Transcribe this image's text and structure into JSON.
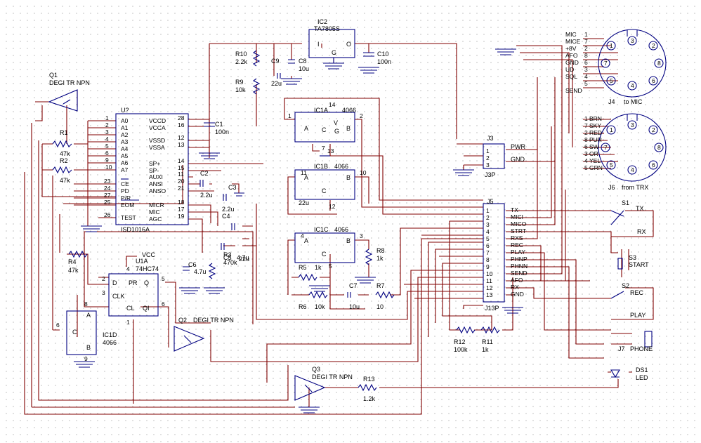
{
  "ic2": {
    "ref": "IC2",
    "part": "TA7805S",
    "pin_i": "I",
    "pin_o": "O",
    "pin_g": "G"
  },
  "u_isd": {
    "ref": "U?",
    "part": "ISD1016A",
    "left_pins": [
      [
        "1",
        "A0"
      ],
      [
        "2",
        "A1"
      ],
      [
        "3",
        "A2"
      ],
      [
        "4",
        "A3"
      ],
      [
        "5",
        "A4"
      ],
      [
        "6",
        "A5"
      ],
      [
        "9",
        "A6"
      ],
      [
        "10",
        "A7"
      ]
    ],
    "left_pins2": [
      [
        "23",
        "CE"
      ],
      [
        "24",
        "PD"
      ],
      [
        "27",
        "P/R"
      ],
      [
        "25",
        "EOM"
      ],
      [
        "26",
        "TEST"
      ]
    ],
    "right_pins": [
      [
        "28",
        "VCCD"
      ],
      [
        "16",
        "VCCA"
      ],
      [
        "12",
        "VSSD"
      ],
      [
        "13",
        "VSSA"
      ],
      [
        "14",
        "SP+"
      ],
      [
        "15",
        "SP-"
      ],
      [
        "11",
        "AUXI"
      ],
      [
        "20",
        "ANSI"
      ],
      [
        "21",
        "ANSO"
      ],
      [
        "18",
        "MICR"
      ],
      [
        "17",
        "MIC"
      ],
      [
        "19",
        "AGC"
      ]
    ]
  },
  "ic1a": {
    "ref": "IC1A",
    "part": "4066",
    "pin_a": "1",
    "pin_b": "2",
    "pin_v": "14",
    "pin_g": "7",
    "pin_c": "13"
  },
  "ic1b": {
    "ref": "IC1B",
    "part": "4066",
    "pin_a": "11",
    "pin_b": "10",
    "pin_c": "12"
  },
  "ic1c": {
    "ref": "IC1C",
    "part": "4066",
    "pin_a": "4",
    "pin_b": "3",
    "pin_c": "5"
  },
  "ic1d": {
    "ref": "IC1D",
    "part": "4066",
    "pin_c": "6",
    "pin_a": "8",
    "pin_b": "9"
  },
  "u1a": {
    "ref": "U1A",
    "part": "74HC74",
    "vcc": "VCC",
    "pins": [
      [
        "2",
        "D"
      ],
      [
        "3",
        "CLK"
      ],
      [
        "4",
        "PR"
      ],
      [
        "5",
        "Q"
      ],
      [
        "6",
        "QI"
      ],
      [
        "1",
        "CL"
      ]
    ]
  },
  "q1": {
    "ref": "Q1",
    "part": "DEGI TR NPN"
  },
  "q2": {
    "ref": "Q2",
    "part": "DEGI TR NPN"
  },
  "q3": {
    "ref": "Q3",
    "part": "DEGI TR NPN"
  },
  "resistors": {
    "r1": [
      "R1",
      "47k"
    ],
    "r2": [
      "R2",
      "47k"
    ],
    "r3": [
      "R3",
      "470k"
    ],
    "r4": [
      "R4",
      "47k"
    ],
    "r5": [
      "R5",
      "1k"
    ],
    "r6": [
      "R6",
      "10k"
    ],
    "r7": [
      "R7",
      "10"
    ],
    "r8": [
      "R8",
      "1k"
    ],
    "r9": [
      "R9",
      "10k"
    ],
    "r10": [
      "R10",
      "2.2k"
    ],
    "r11": [
      "R11",
      "1k"
    ],
    "r12": [
      "R12",
      "100k"
    ],
    "r13": [
      "R13",
      "1.2k"
    ]
  },
  "capacitors": {
    "c1": [
      "C1",
      "100n"
    ],
    "c2": [
      "C2",
      "2.2u"
    ],
    "c3": [
      "C3",
      "2.2u"
    ],
    "c4": [
      "C4",
      "22u"
    ],
    "c5": [
      "C5",
      "4.7u"
    ],
    "c6": [
      "C6",
      ""
    ],
    "c7": [
      "C7",
      "10u"
    ],
    "c8": [
      "C8",
      "10u"
    ],
    "c9": [
      "C9",
      "22u"
    ],
    "c10": [
      "C10",
      "100n"
    ],
    "c_misc": "22u"
  },
  "j3": {
    "ref": "J3",
    "part": "J3P",
    "pins": [
      "1",
      "2",
      "3"
    ],
    "pwr": "PWR",
    "gnd": "GND"
  },
  "j5": {
    "ref": "J5",
    "part": "J13P",
    "pins": [
      "1",
      "2",
      "3",
      "4",
      "5",
      "6",
      "7",
      "8",
      "9",
      "10",
      "11",
      "12",
      "13"
    ],
    "signals": [
      "TX",
      "MICI",
      "MICO",
      "STRT",
      "RXS",
      "REC",
      "PLAY",
      "PHNP",
      "PHNN",
      "SEND",
      "AFO",
      "RX",
      "GND"
    ]
  },
  "j4": {
    "ref": "J4",
    "part": "to MIC",
    "rows": [
      [
        "MIC",
        "1"
      ],
      [
        "MICE",
        "7"
      ],
      [
        "+8V",
        "2"
      ],
      [
        "AFO",
        "8"
      ],
      [
        "GND",
        "6"
      ],
      [
        "UD",
        "3"
      ],
      [
        "SQL",
        "4"
      ],
      [
        "",
        "5"
      ],
      [
        "SEND",
        ""
      ]
    ]
  },
  "j6": {
    "ref": "J6",
    "part": "from TRX",
    "rows": [
      [
        "1",
        "BRN"
      ],
      [
        "7",
        "SKY"
      ],
      [
        "2",
        "RED"
      ],
      [
        "8",
        "PUR"
      ],
      [
        "6",
        "SW"
      ],
      [
        "3",
        "OR"
      ],
      [
        "4",
        "YEL"
      ],
      [
        "5",
        "GRN"
      ]
    ]
  },
  "switches": {
    "s1": "S1",
    "s1_label": "TX",
    "s1_out": "RX",
    "s2": "S2",
    "s2_label": "REC",
    "s2_out": "PLAY",
    "s3": "S3",
    "s3_label": "START"
  },
  "j7": {
    "ref": "J7",
    "part": "PHONE"
  },
  "ds1": {
    "ref": "DS1",
    "part": "LED"
  },
  "din_pins": [
    "1",
    "2",
    "3",
    "4",
    "5",
    "6",
    "7",
    "8"
  ]
}
